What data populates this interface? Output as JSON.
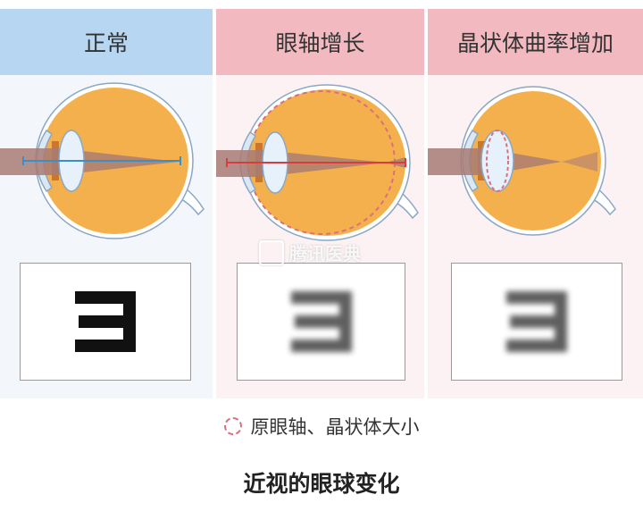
{
  "panels": [
    {
      "title": "正常",
      "condition": "normal",
      "chart_letter": "E",
      "sharp": true
    },
    {
      "title": "眼轴增长",
      "condition": "elongated-axis",
      "chart_letter": "E",
      "sharp": false
    },
    {
      "title": "晶状体曲率增加",
      "condition": "increased-lens-curvature",
      "chart_letter": "E",
      "sharp": false
    }
  ],
  "watermark": {
    "text": "腾讯医典"
  },
  "legend": {
    "text": "原眼轴、晶状体大小"
  },
  "caption": {
    "text": "近视的眼球变化"
  },
  "colors": {
    "header_blue": "#b7d6f2",
    "header_pink": "#f3b9c1",
    "eyeball": "#f5b04e",
    "light_beam": "#a87b74",
    "axis_normal": "#3a8fc7",
    "axis_long": "#d93c3c",
    "dashed_outline": "#d9707e",
    "e_letter": "#111111"
  }
}
